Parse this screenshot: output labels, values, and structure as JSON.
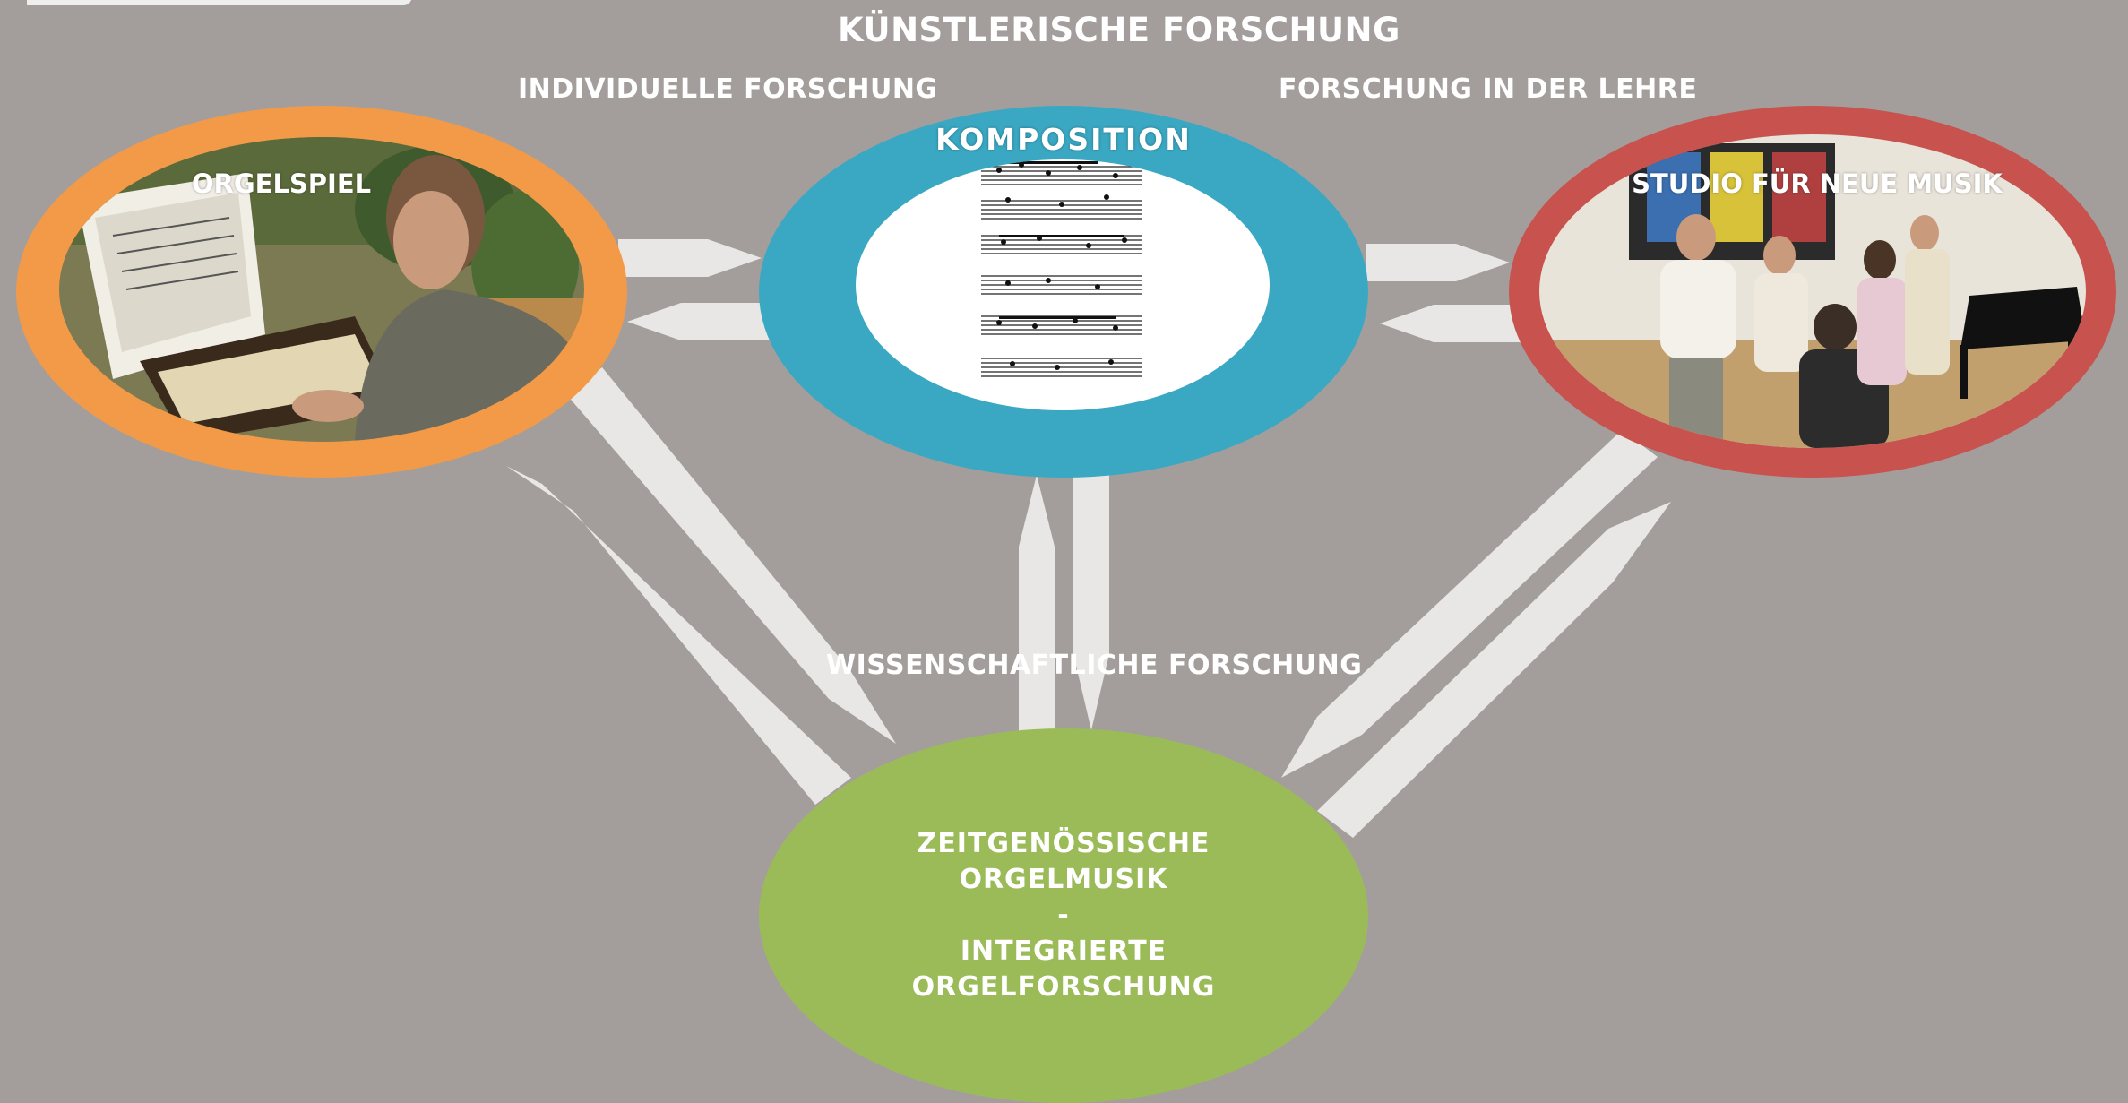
{
  "headings": {
    "top": "KÜNSTLERISCHE FORSCHUNG",
    "left": "INDIVIDUELLE FORSCHUNG",
    "right": "FORSCHUNG IN DER LEHRE",
    "middle": "WISSENSCHAFTLICHE FORSCHUNG"
  },
  "nodes": {
    "left": {
      "label": "ORGELSPIEL",
      "color": "#f29a48"
    },
    "center": {
      "label": "KOMPOSITION",
      "color": "#3aa8c3"
    },
    "right": {
      "label": "STUDIO FÜR NEUE MUSIK",
      "color": "#c8524d"
    },
    "bottom": {
      "lines": [
        "ZEITGENÖSSISCHE",
        "ORGELMUSIK",
        "-",
        "INTEGRIERTE",
        "ORGELFORSCHUNG"
      ],
      "color": "#9bbb59"
    }
  },
  "colors": {
    "background": "#a39e9c",
    "arrow": "#e8e7e6",
    "text": "#ffffff"
  }
}
